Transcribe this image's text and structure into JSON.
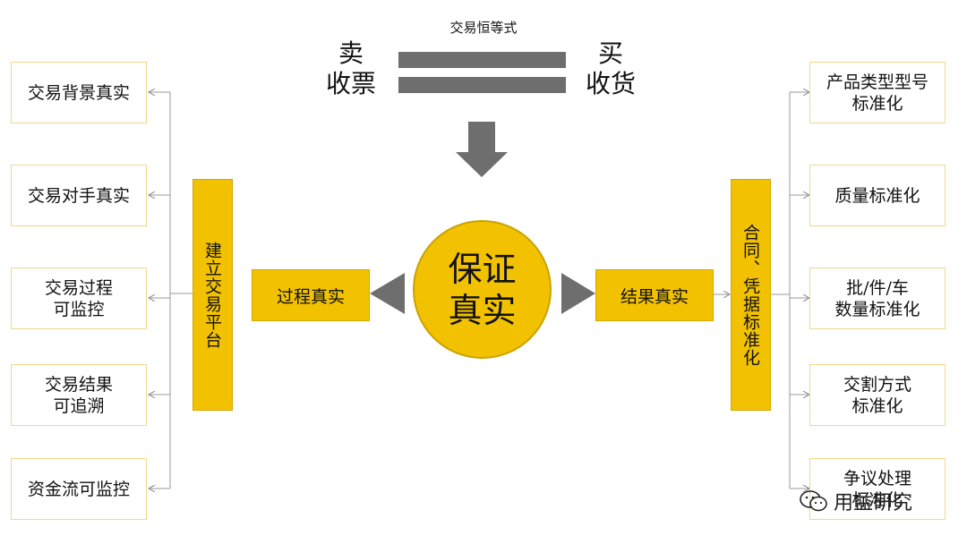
{
  "header": {
    "title": "交易恒等式",
    "seller_top": "卖",
    "seller_bottom": "收票",
    "buyer_top": "买",
    "buyer_bottom": "收货"
  },
  "center": {
    "label": "保证\n真实"
  },
  "left": {
    "process_label": "过程真实",
    "platform_label": "建立交易平台",
    "items": [
      {
        "label": "交易背景真实"
      },
      {
        "label": "交易对手真实"
      },
      {
        "label": "交易过程\n可监控"
      },
      {
        "label": "交易结果\n可追溯"
      },
      {
        "label": "资金流可监控"
      }
    ]
  },
  "right": {
    "result_label": "结果真实",
    "standard_label": "合同、凭据标准化",
    "items": [
      {
        "label": "产品类型型号\n标准化"
      },
      {
        "label": "质量标准化"
      },
      {
        "label": "批/件/车\n数量标准化"
      },
      {
        "label": "交割方式\n标准化"
      },
      {
        "label": "争议处理\n标准化"
      }
    ]
  },
  "watermark": {
    "text": "用益研究"
  },
  "colors": {
    "gold": "#f2c200",
    "box_border": "#f0d98a",
    "gray": "#6e6e6e"
  }
}
